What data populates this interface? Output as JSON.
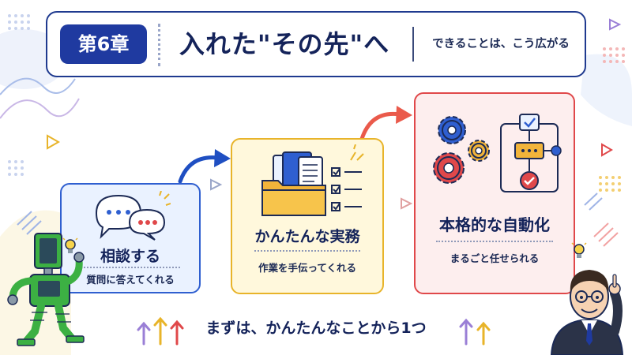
{
  "header": {
    "chapter_label": "第6章",
    "title": "入れた\"その先\"へ",
    "subtitle": "できることは、こう広がる"
  },
  "cards": [
    {
      "title": "相談する",
      "subtitle": "質問に答えてくれる"
    },
    {
      "title": "かんたんな実務",
      "subtitle": "作業を手伝ってくれる"
    },
    {
      "title": "本格的な自動化",
      "subtitle": "まるごと任せられる"
    }
  ],
  "footer": {
    "message": "まずは、かんたんなことから1つ"
  },
  "colors": {
    "navy": "#1f3aa0",
    "blue": "#2f5fd0",
    "yellow": "#e8b42a",
    "red": "#e0484a",
    "green": "#3cb043"
  },
  "icons": [
    "chat-bubbles-icon",
    "folder-documents-icon",
    "checklist-icon",
    "gears-icon",
    "workflow-flowchart-icon",
    "robot-character",
    "presenter-character",
    "lightbulb-icon",
    "up-arrow-icon"
  ]
}
